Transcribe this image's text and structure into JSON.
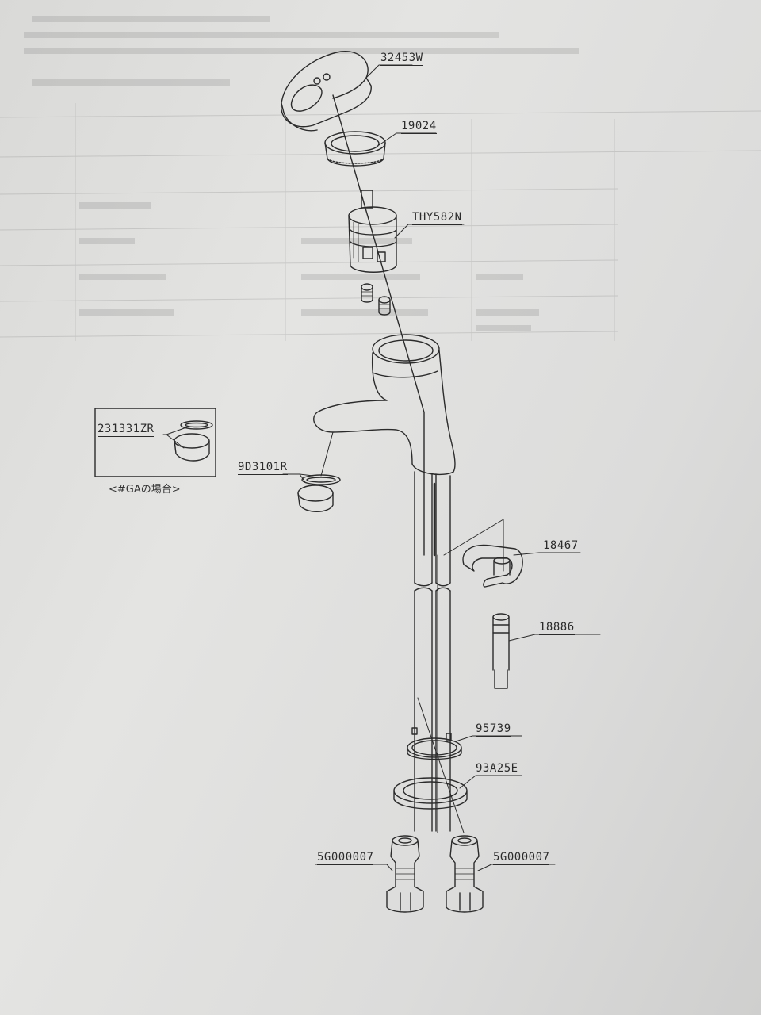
{
  "diagram": {
    "parts": [
      {
        "id": "32453W"
      },
      {
        "id": "19024"
      },
      {
        "id": "THY582N"
      },
      {
        "id": "9D3101R"
      },
      {
        "id": "18467"
      },
      {
        "id": "18886"
      },
      {
        "id": "95739"
      },
      {
        "id": "93A25E"
      },
      {
        "id": "5G000007"
      },
      {
        "id": "5G000007"
      }
    ],
    "inset": {
      "part_id": "231331ZR",
      "caption": "<#GAの場合>"
    }
  },
  "colors": {
    "paper": "#e0e0de",
    "ink": "#2b2b2b"
  }
}
